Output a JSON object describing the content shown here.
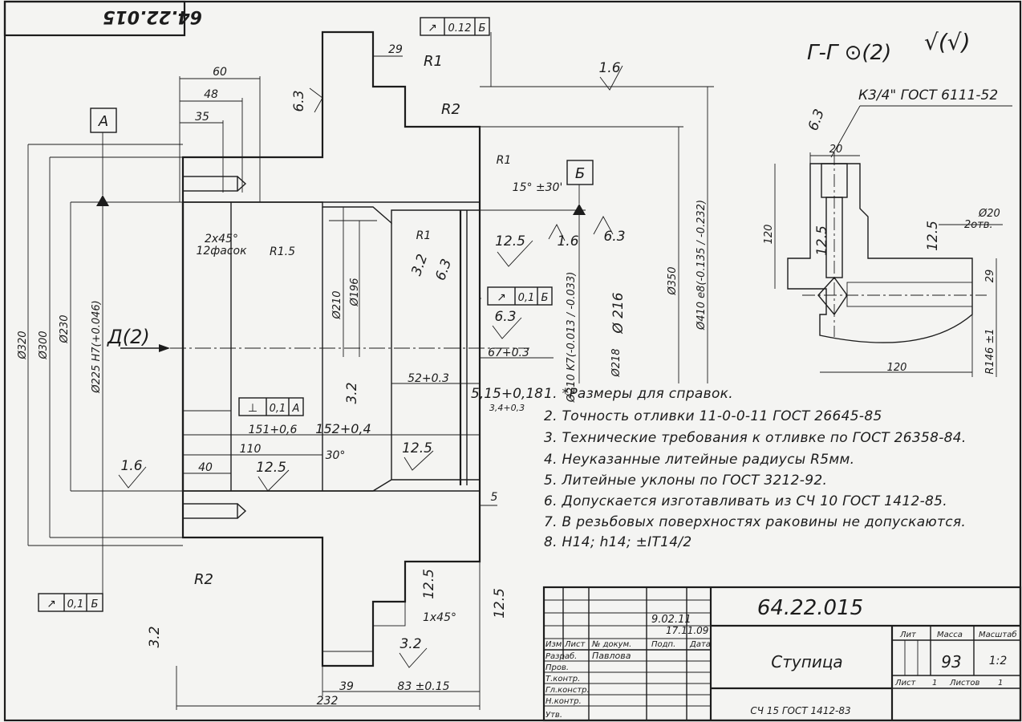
{
  "drawing_number": "64.22.015",
  "drawing_number_rotated": "64.22.015",
  "part_name": "Ступица",
  "material": "СЧ 15 ГОСТ 1412-83",
  "section_view_title": "Г-Г ⊙(2)",
  "roughness_sign_general": "√(√)",
  "view_label": "Д(2)",
  "datum_a": "А",
  "datum_b": "Б",
  "thread_spec": "К3/4\" ГОСТ 6111-52",
  "notes": [
    "1. *Размеры для справок.",
    "2. Точность отливки 11-0-0-11 ГОСТ 26645-85",
    "3. Технические требования к отливке по ГОСТ 26358-84.",
    "4. Неуказанные литейные радиусы R5мм.",
    "5. Литейные уклоны по ГОСТ 3212-92.",
    "6. Допускается изготавливать из СЧ 10 ГОСТ 1412-85.",
    "7. В резьбовых поверхностях раковины не допускаются.",
    "8. H14; h14; ±IT14/2"
  ],
  "tolerance_frames": {
    "runout_top": [
      "↗",
      "0.12",
      "Б"
    ],
    "runout_mid": [
      "↗",
      "0,1",
      "Б"
    ],
    "perp": [
      "⊥",
      "0,1",
      "А"
    ],
    "runout_bottom": [
      "↗",
      "0,1",
      "Б"
    ]
  },
  "dims": {
    "d320": "Ø320",
    "d300": "Ø300",
    "d230": "Ø230",
    "d225": "Ø225 H7(+0.046)",
    "d210": "Ø210",
    "d196": "Ø196",
    "d210k7": "Ø210 K7(-0.013 / -0.033)",
    "d218": "Ø218",
    "d216": "Ø 216",
    "d350": "Ø350",
    "d410": "Ø410 e8(-0.135 / -0.232)",
    "l60": "60",
    "l48": "48",
    "l35": "35",
    "l29": "29",
    "l110": "110",
    "l40": "40",
    "l52": "52+0.3",
    "l67": "67+0.3",
    "l515": "5,15+0,18",
    "l34": "3,4+0,3",
    "l151": "151+0,6",
    "l152": "152+0,4",
    "l39": "39",
    "l83": "83 ±0.15",
    "l232": "232",
    "l5": "5",
    "ang15": "15° ±30'",
    "ang30": "30°",
    "ch1": "2x45°",
    "ch1b": "12фасок",
    "ch2": "1x45°",
    "r1a": "R1",
    "r2a": "R2",
    "r1b": "R1",
    "r1c": "R1",
    "r15": "R1.5",
    "r2b": "R2",
    "s20": "20",
    "s120v": "120",
    "s120h": "120",
    "s29": "29",
    "sd20": "Ø20",
    "sd20b": "2отв.",
    "sr146": "R146 ±1"
  },
  "roughness": {
    "r16a": "1.6",
    "r63a": "6.3",
    "r125a": "12.5",
    "r16b": "1.6",
    "r63b": "6.3",
    "r32a": "3.2",
    "r63c": "6.3",
    "r63d": "6.3",
    "r32b": "3.2",
    "r125b": "12.5",
    "r125c": "12.5",
    "r16c": "1.6",
    "r125d": "12.5",
    "r125e": "12.5",
    "r32c": "3.2",
    "r32d": "3.2",
    "r63e": "6.3",
    "r125f": "12.5"
  },
  "title_block": {
    "col_headers": [
      "Изм",
      "Лист",
      "№ докум.",
      "Подп.",
      "Дата"
    ],
    "rows": [
      "Разраб.",
      "Пров.",
      "Т.контр.",
      "Гл.констр.",
      "Н.контр.",
      "Утв."
    ],
    "developer": "Павлова",
    "dates": [
      "9.02.11",
      "17.11.09"
    ],
    "lit_label": "Лит",
    "mass_label": "Масса",
    "scale_label": "Масштаб",
    "mass": "93",
    "scale": "1:2",
    "sheet_label": "Лист",
    "sheet_no": "1",
    "sheets_label": "Листов",
    "sheets_no": "1"
  }
}
